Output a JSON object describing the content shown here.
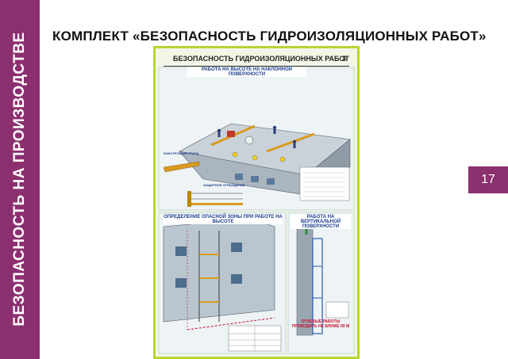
{
  "side_title": "БЕЗОПАСНОСТЬ НА ПРОИЗВОДСТВЕ",
  "kit_title": "КОМПЛЕКТ «БЕЗОПАСНОСТЬ ГИДРОИЗОЛЯЦИОННЫХ РАБОТ»",
  "page_number": "17",
  "poster": {
    "title": "БЕЗОПАСНОСТЬ ГИДРОИЗОЛЯЦИОННЫХ РАБОТ",
    "number": "3",
    "section1_title": "РАБОТА НА ВЫСОТЕ НА НАКЛОННОЙ ПОВЕРХНОСТИ",
    "label_truss": "КОНСТРУКЦИЯ ТРАПА",
    "label_barrier": "ЗАЩИТНОЕ ОГРАЖДЕНИЕ",
    "section2_title": "ОПРЕДЕЛЕНИЕ ОПАСНОЙ ЗОНЫ ПРИ РАБОТЕ НА ВЫСОТЕ",
    "section3_title": "РАБОТА НА ВЕРТИКАЛЬНОЙ ПОВЕРХНОСТИ",
    "fire_works": "ОГНЕВЫЕ РАБОТЫ ПРОВОДИТЬ НЕ БЛИЖЕ 50 М"
  },
  "colors": {
    "side_band": "#8c2f6f",
    "poster_border": "#b8d430",
    "poster_title_blue": "#1a3e8f"
  }
}
